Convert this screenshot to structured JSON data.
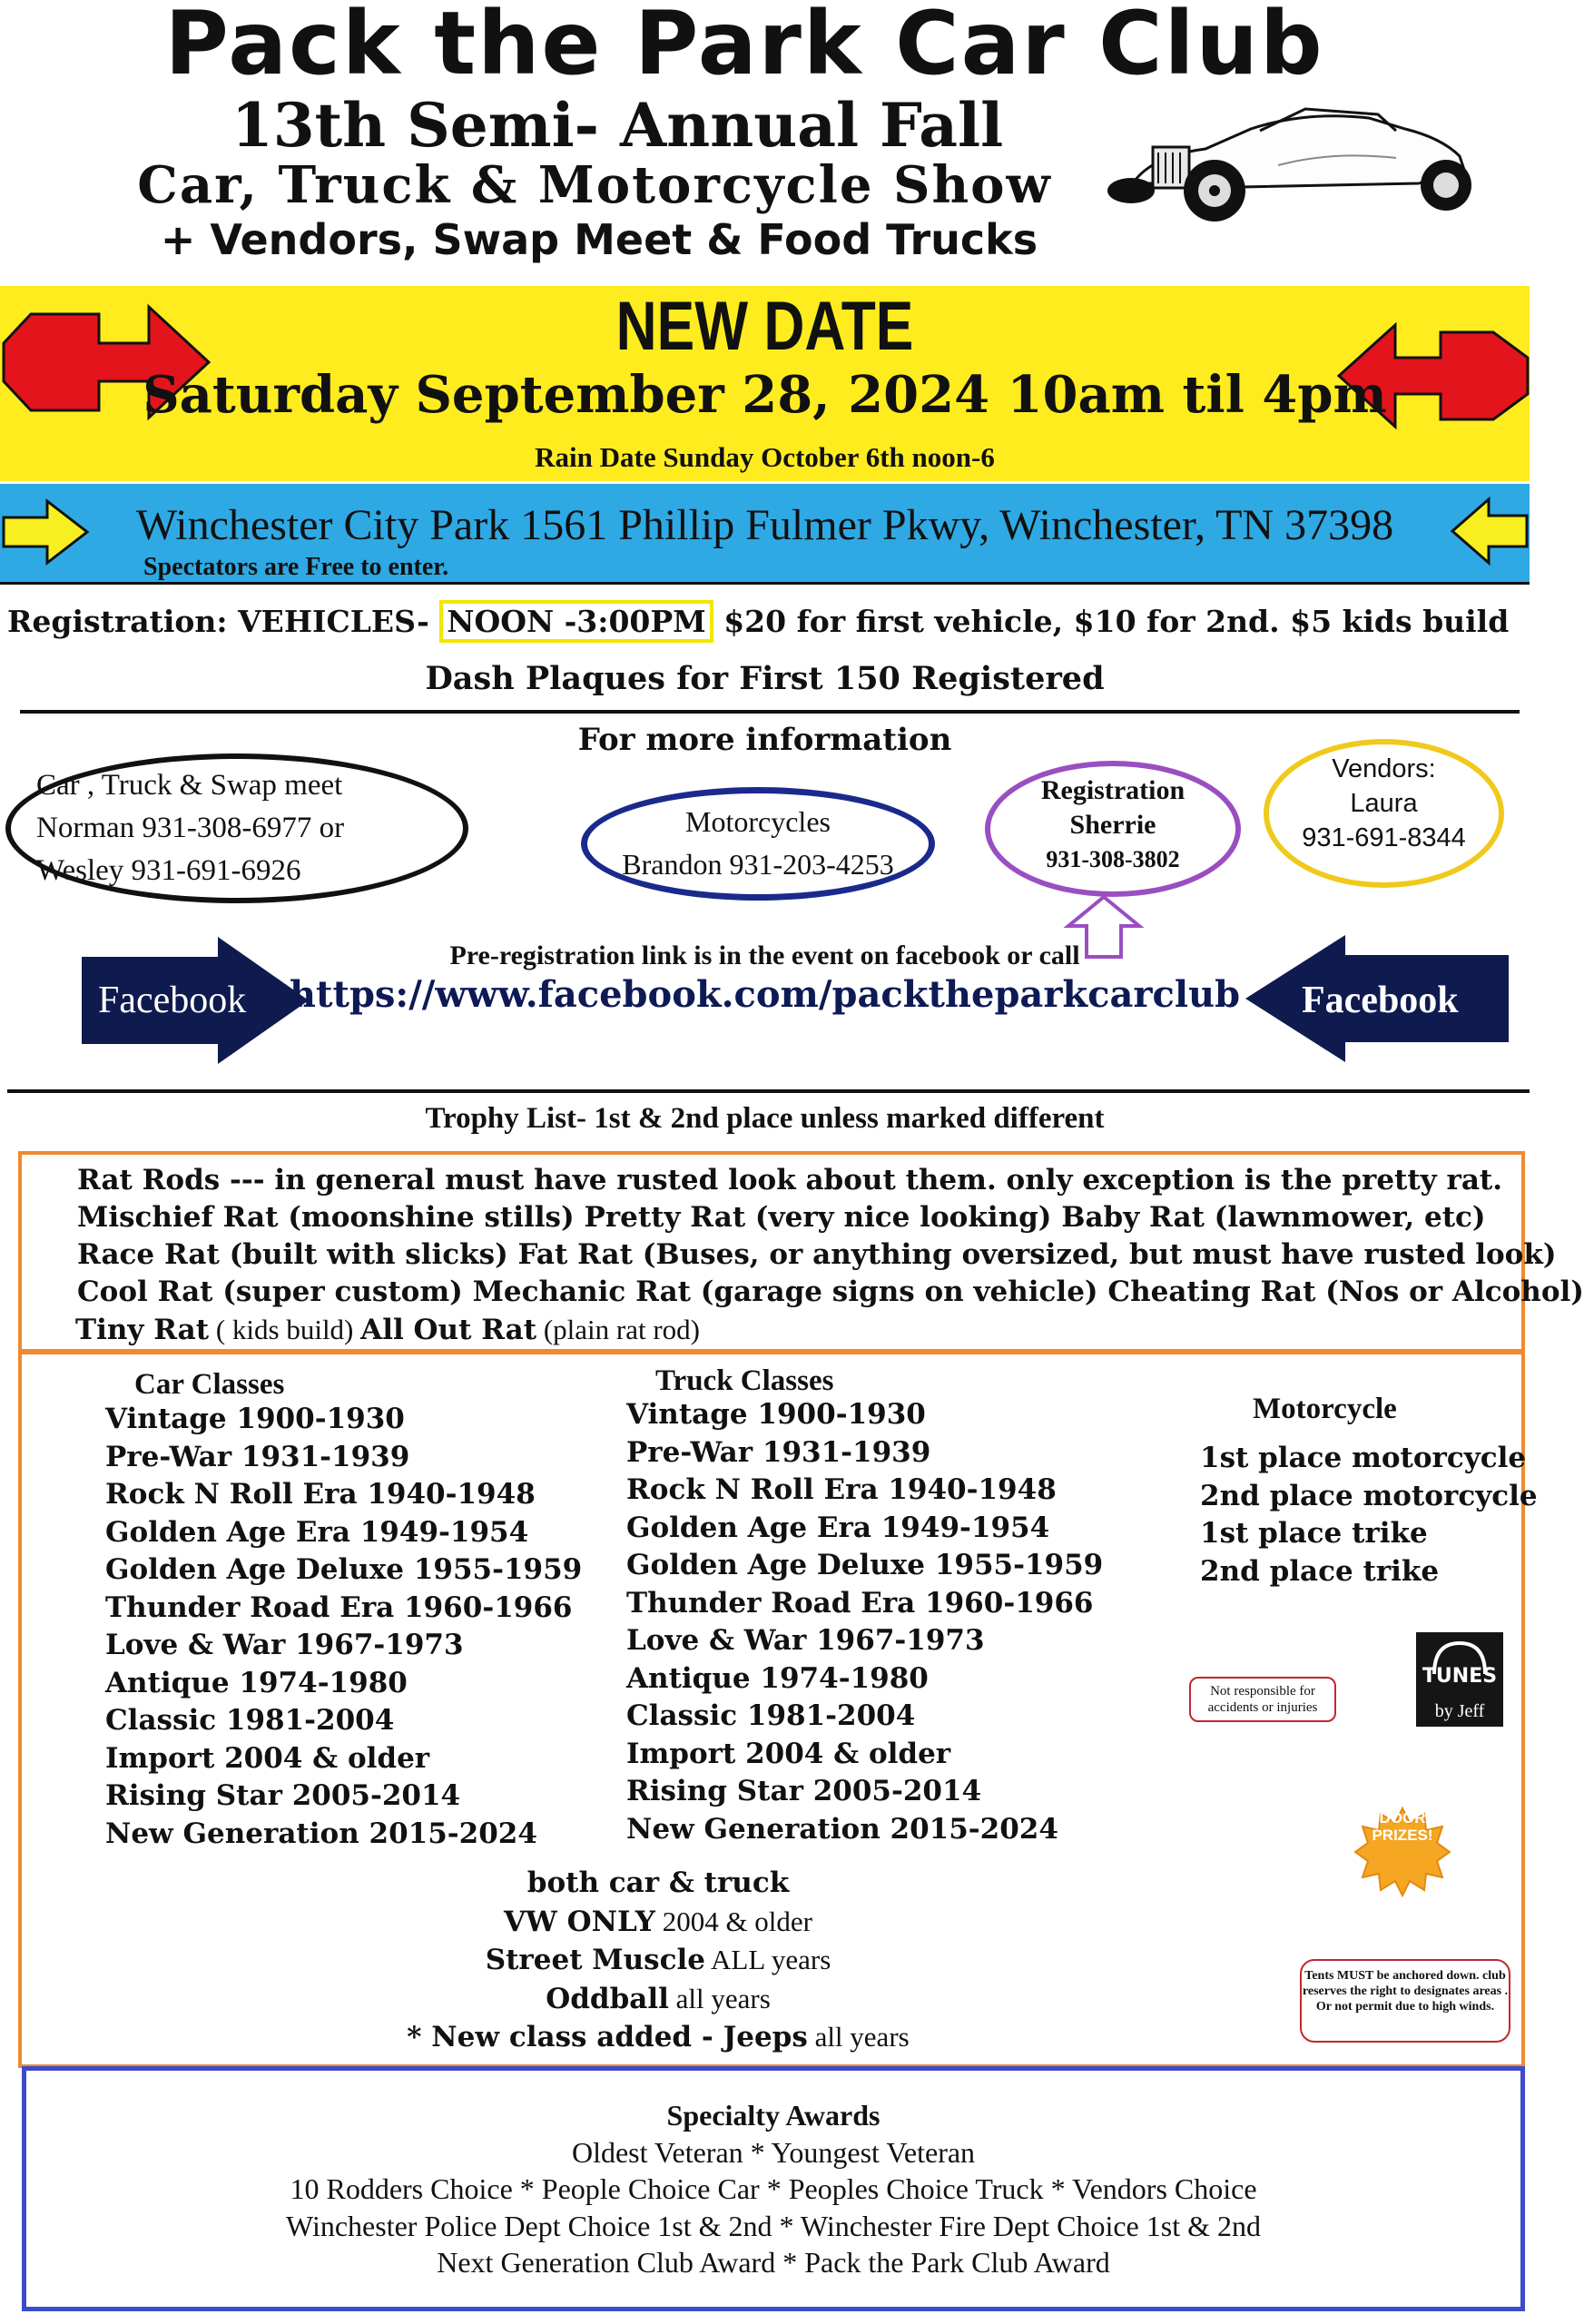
{
  "header": {
    "title": "Pack the Park Car Club",
    "subtitle_semi_annual": "13th Semi- Annual Fall",
    "subtitle_show": "Car, Truck & Motorcycle Show",
    "subtitle_vendors": "+ Vendors, Swap Meet & Food Trucks"
  },
  "date_banner": {
    "new_date": "NEW DATE",
    "event_date": "Saturday September 28, 2024  10am til 4pm",
    "rain_date": "Rain Date Sunday October 6th noon-6",
    "background": "#ffec1f",
    "arrow_color": "#e3141b"
  },
  "location_banner": {
    "location": "Winchester City Park  1561 Phillip Fulmer Pkwy, Winchester, TN 37398",
    "spectators": "Spectators are Free to enter.",
    "background": "#2fa9e4",
    "arrow_color": "#f7ef1f"
  },
  "registration": {
    "prefix": "Registration: VEHICLES- ",
    "time": "NOON -3:00PM",
    "fees": " $20 for first vehicle, $10 for 2nd. $5 kids build",
    "dash_plaques": "Dash Plaques for First 150 Registered"
  },
  "contacts": {
    "heading": "For more information",
    "car_truck": [
      "Car , Truck & Swap meet",
      "Norman 931-308-6977 or",
      "Wesley 931-691-6926"
    ],
    "motorcycles": [
      "Motorcycles",
      "Brandon 931-203-4253"
    ],
    "registration": [
      "Registration",
      "Sherrie",
      "931-308-3802"
    ],
    "vendors": [
      "Vendors:",
      "Laura",
      "931-691-8344"
    ]
  },
  "facebook": {
    "prereg_text": "Pre-registration link is in the event on facebook or call",
    "url": "https://www.facebook.com/packtheparkcarclub",
    "left_label": "Facebook",
    "right_label": "Facebook",
    "arrow_color": "#0f1a4f"
  },
  "trophy": {
    "heading": "Trophy List- 1st & 2nd place unless marked different",
    "rat_line1": "Rat Rods --- in general must have rusted look about them. only exception is the pretty rat.",
    "rat_line2": "Mischief Rat (moonshine stills)  Pretty Rat (very nice looking)  Baby Rat (lawnmower, etc)",
    "rat_line3": "Race Rat (built with slicks) Fat Rat (Buses, or anything oversized,  but must have rusted look)",
    "rat_line4": "Cool Rat (super custom)  Mechanic Rat (garage signs on vehicle) Cheating Rat (Nos or Alcohol)",
    "rat_line5_a": "Tiny Rat",
    "rat_line5_b": " ( kids build) ",
    "rat_line5_c": "All Out Rat",
    "rat_line5_d": " (plain rat rod)"
  },
  "car_classes": {
    "heading": "Car Classes",
    "items": [
      "Vintage 1900-1930",
      "Pre-War 1931-1939",
      "Rock N Roll Era 1940-1948",
      "Golden Age Era 1949-1954",
      "Golden Age Deluxe 1955-1959",
      "Thunder Road Era 1960-1966",
      "Love & War 1967-1973",
      "Antique 1974-1980",
      "Classic 1981-2004",
      "Import 2004 & older",
      "Rising Star 2005-2014",
      "New Generation 2015-2024"
    ]
  },
  "truck_classes": {
    "heading": "Truck Classes",
    "items": [
      "Vintage 1900-1930",
      "Pre-War 1931-1939",
      "Rock N Roll Era 1940-1948",
      "Golden Age Era 1949-1954",
      "Golden Age Deluxe 1955-1959",
      "Thunder Road Era  1960-1966",
      "Love & War 1967-1973",
      "Antique 1974-1980",
      "Classic 1981-2004",
      "Import 2004 & older",
      "Rising Star 2005-2014",
      "New Generation 2015-2024"
    ]
  },
  "motorcycle_classes": {
    "heading": "Motorcycle",
    "items": [
      "1st place motorcycle",
      "2nd place motorcycle",
      "1st place trike",
      "2nd place trike"
    ]
  },
  "both_classes": {
    "heading": "both car & truck",
    "vw_name": "VW ONLY",
    "vw_years": " 2004 & older",
    "muscle_name": "Street Muscle",
    "muscle_years": " ALL years",
    "oddball_name": "Oddball",
    "oddball_years": " all years",
    "jeeps_name": "* New class added - Jeeps",
    "jeeps_years": " all years"
  },
  "notices": {
    "not_responsible": "Not responsible for accidents or injuries",
    "tents": "Tents MUST be anchored down. club reserves the right to designates areas . Or not permit due to high winds.",
    "tunes_logo": "TUNES",
    "tunes_by": "by Jeff",
    "door_prizes": "DOOR PRIZES!"
  },
  "specialty": {
    "heading": "Specialty Awards",
    "line1": "Oldest Veteran * Youngest Veteran",
    "line2": "10 Rodders Choice  *  People Choice Car * Peoples Choice Truck * Vendors Choice",
    "line3": "Winchester Police Dept Choice 1st & 2nd * Winchester Fire Dept Choice 1st & 2nd",
    "line4": "Next Generation Club Award * Pack the Park Club Award"
  },
  "colors": {
    "orange_border": "#ef8a2f",
    "blue_border": "#3c4bc9",
    "purple_border": "#9a4fc1",
    "yellow_border": "#f0c91c",
    "navy_border": "#1a2a8c"
  }
}
